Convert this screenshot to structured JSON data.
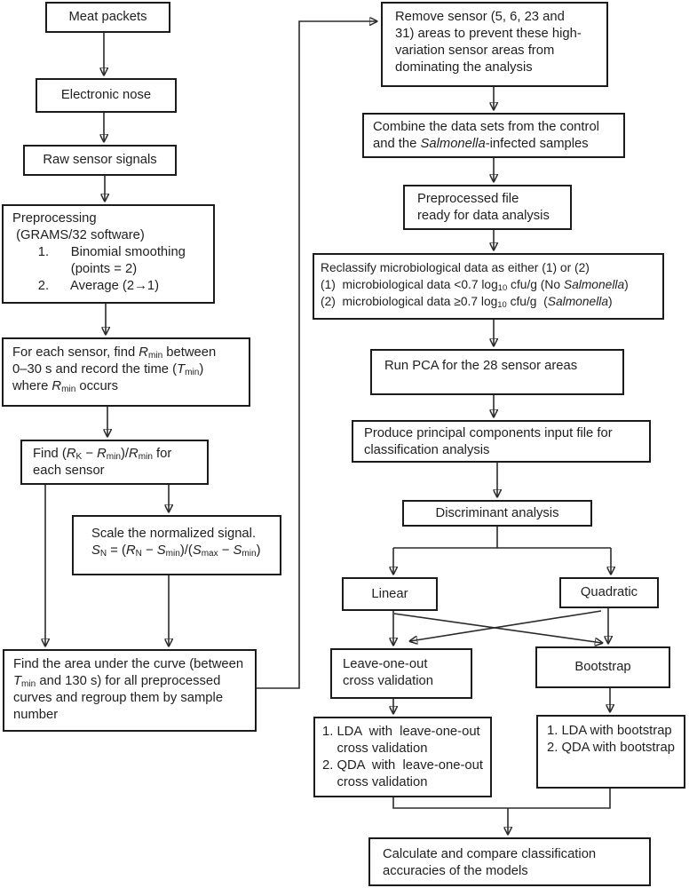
{
  "diagram": {
    "background": "#ffffff",
    "line_color": "#2b2b2b",
    "border_color": "#1b1b1b",
    "text_color": "#1f1f1f",
    "nodes": {
      "meat_packets": "Meat packets",
      "electronic_nose": "Electronic nose",
      "raw_sensor_signals": "Raw sensor signals",
      "preprocessing": "Preprocessing\n (GRAMS/32 software)\n       1.      Binomial smoothing\n                (points = 2)\n       2.      Average (2→1)",
      "find_rmin": "For each sensor, find [i]R[/i][sub]min[/sub] between\n0–30 s and record the time ([i]T[/i][sub]min[/sub])\nwhere [i]R[/i][sub]min[/sub] occurs",
      "find_ratio": "Find ([i]R[/i][sub]K[/sub] − [i]R[/i][sub]min[/sub])/[i]R[/i][sub]min[/sub] for\neach sensor",
      "scale_signal": "Scale the normalized signal.\n[i]S[/i][sub]N[/sub] = ([i]R[/i][sub]N[/sub] − [i]S[/i][sub]min[/sub])/([i]S[/i][sub]max[/sub] − [i]S[/i][sub]min[/sub])",
      "area_under_curve": "Find the area under the curve (between\n[i]T[/i][sub]min[/sub] and 130 s) for all preprocessed\ncurves and regroup them by sample\nnumber",
      "remove_sensor": "Remove sensor (5, 6, 23 and\n31) areas to prevent these high-\nvariation sensor areas from\ndominating the analysis",
      "combine_data": "Combine the data sets from the control\nand the [i]Salmonella[/i]-infected samples",
      "preprocessed_file": "Preprocessed file\nready for data analysis",
      "reclassify": "Reclassify microbiological data as either (1) or (2)\n(1)  microbiological data <0.7 log[sub]10[/sub] cfu/g (No [i]Salmonella[/i])\n(2)  microbiological data ≥0.7 log[sub]10[/sub] cfu/g  ([i]Salmonella[/i])",
      "run_pca": "Run PCA for the 28 sensor areas",
      "produce_pc": "Produce principal components input file for\nclassification analysis",
      "discriminant": "Discriminant analysis",
      "linear": "Linear",
      "quadratic": "Quadratic",
      "loo_cv": "Leave-one-out\ncross validation",
      "bootstrap": "Bootstrap",
      "lda_loo": "1. LDA  with  leave-one-out\n    cross validation\n2. QDA  with  leave-one-out\n    cross validation",
      "lda_bootstrap": "1. LDA with bootstrap\n2. QDA with bootstrap",
      "calculate": "Calculate and compare classification\naccuracies of the models"
    }
  }
}
